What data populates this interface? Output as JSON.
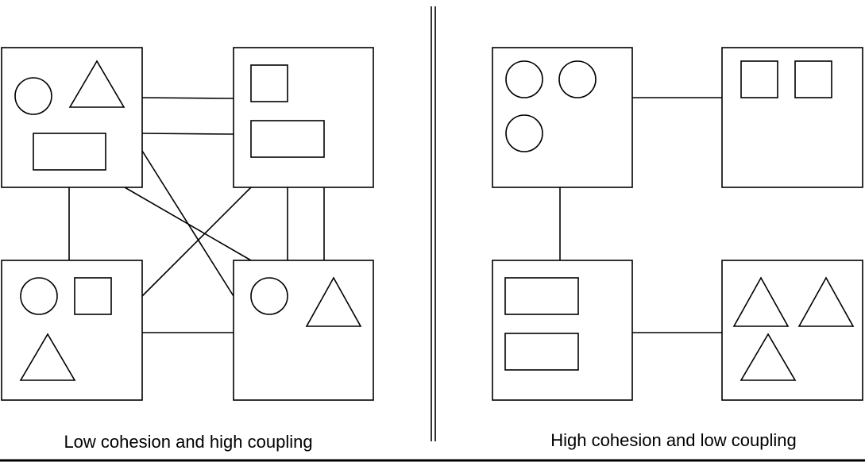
{
  "captions": {
    "left": "Low cohesion and high coupling",
    "right": "High cohesion and low coupling"
  },
  "colors": {
    "stroke": "#000000",
    "background": "#ffffff"
  },
  "left_panel": {
    "modules": [
      {
        "id": "tl",
        "contents": [
          "circle",
          "triangle",
          "rectangle"
        ]
      },
      {
        "id": "tr",
        "contents": [
          "square",
          "rectangle"
        ]
      },
      {
        "id": "bl",
        "contents": [
          "circle",
          "square",
          "triangle"
        ]
      },
      {
        "id": "br",
        "contents": [
          "circle",
          "triangle"
        ]
      }
    ],
    "connections": [
      [
        "tl",
        "tr"
      ],
      [
        "tl",
        "tr"
      ],
      [
        "tl",
        "bl"
      ],
      [
        "tl",
        "br"
      ],
      [
        "tr",
        "bl"
      ],
      [
        "tr",
        "br"
      ],
      [
        "tr",
        "br"
      ],
      [
        "bl",
        "br"
      ]
    ]
  },
  "right_panel": {
    "modules": [
      {
        "id": "tl",
        "contents": [
          "circle",
          "circle",
          "circle"
        ]
      },
      {
        "id": "tr",
        "contents": [
          "square",
          "square"
        ]
      },
      {
        "id": "bl",
        "contents": [
          "rectangle",
          "rectangle"
        ]
      },
      {
        "id": "br",
        "contents": [
          "triangle",
          "triangle",
          "triangle"
        ]
      }
    ],
    "connections": [
      [
        "tl",
        "tr"
      ],
      [
        "tl",
        "bl"
      ],
      [
        "bl",
        "br"
      ]
    ]
  }
}
